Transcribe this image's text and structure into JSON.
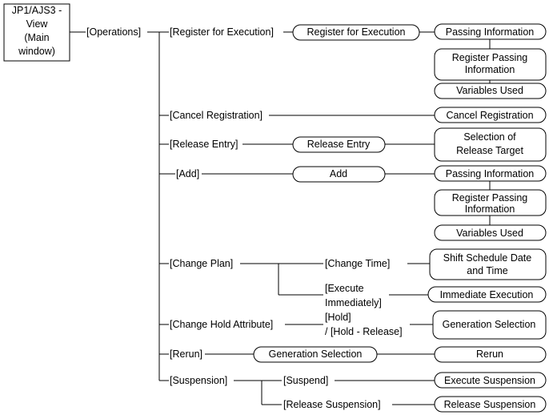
{
  "root": {
    "lines": [
      "JP1/AJS3 -",
      "View",
      "(Main",
      "window)"
    ]
  },
  "menu": "[Operations]",
  "items": {
    "register": "[Register for Execution]",
    "cancel": "[Cancel Registration]",
    "release": "[Release Entry]",
    "add": "[Add]",
    "change_plan": "[Change Plan]",
    "change_time": "[Change Time]",
    "execute_immediately": [
      "[Execute",
      "Immediately]"
    ],
    "change_hold": "[Change Hold Attribute]",
    "hold": [
      "[Hold]",
      "/ [Hold - Release]"
    ],
    "rerun": "[Rerun]",
    "suspension": "[Suspension]",
    "suspend": "[Suspend]",
    "release_suspension": "[Release Suspension]"
  },
  "dialogs": {
    "register_for_execution": "Register for Execution",
    "release_entry": "Release Entry",
    "add": "Add",
    "generation_selection": "Generation Selection"
  },
  "windows": {
    "passing_information_1": "Passing Information",
    "register_passing_information_1": [
      "Register Passing",
      "Information"
    ],
    "variables_used_1": "Variables Used",
    "cancel_registration": "Cancel Registration",
    "selection_of_release_target": [
      "Selection of",
      "Release Target"
    ],
    "passing_information_2": "Passing Information",
    "register_passing_information_2": [
      "Register Passing",
      "Information"
    ],
    "variables_used_2": "Variables Used",
    "shift_schedule": [
      "Shift Schedule Date",
      "and Time"
    ],
    "immediate_execution": "Immediate Execution",
    "generation_selection": "Generation Selection",
    "rerun": "Rerun",
    "execute_suspension": "Execute Suspension",
    "release_suspension": "Release Suspension"
  }
}
